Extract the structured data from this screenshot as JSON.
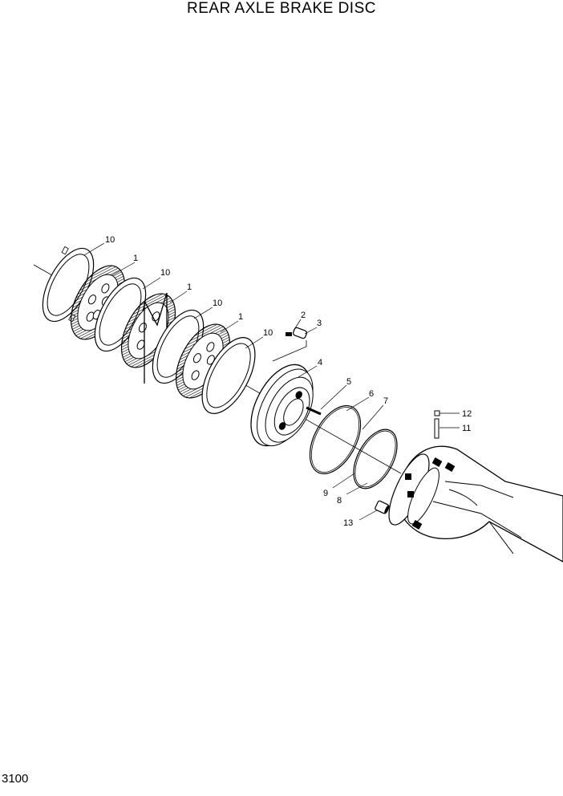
{
  "title": "REAR AXLE BRAKE DISC",
  "page_number": "3100",
  "callouts": [
    {
      "id": "c-10a",
      "text": "10"
    },
    {
      "id": "c-1a",
      "text": "1"
    },
    {
      "id": "c-10b",
      "text": "10"
    },
    {
      "id": "c-1b",
      "text": "1"
    },
    {
      "id": "c-10c",
      "text": "10"
    },
    {
      "id": "c-1c",
      "text": "1"
    },
    {
      "id": "c-10d",
      "text": "10"
    },
    {
      "id": "c-2",
      "text": "2"
    },
    {
      "id": "c-3",
      "text": "3"
    },
    {
      "id": "c-4",
      "text": "4"
    },
    {
      "id": "c-5",
      "text": "5"
    },
    {
      "id": "c-6",
      "text": "6"
    },
    {
      "id": "c-7",
      "text": "7"
    },
    {
      "id": "c-9",
      "text": "9"
    },
    {
      "id": "c-8",
      "text": "8"
    },
    {
      "id": "c-12",
      "text": "12"
    },
    {
      "id": "c-11",
      "text": "11"
    },
    {
      "id": "c-13",
      "text": "13"
    }
  ]
}
